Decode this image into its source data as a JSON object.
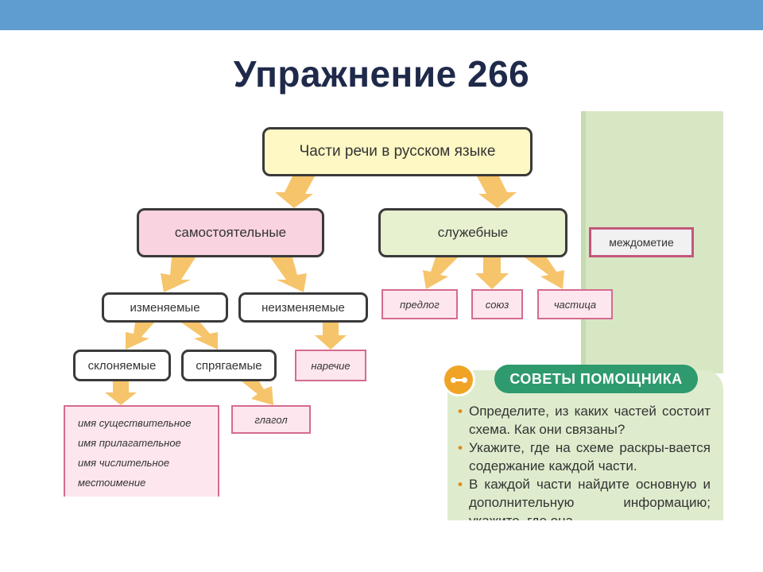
{
  "slide": {
    "title": "Упражнение 266"
  },
  "diagram": {
    "root": "Части речи в русском языке",
    "independent": "самостоятельные",
    "auxiliary": "служебные",
    "changeable": "изменяемые",
    "unchangeable": "неизменяемые",
    "declinable": "склоняемые",
    "conjugated": "спрягаемые",
    "adverb": "наречие",
    "verb": "глагол",
    "aux_items": [
      "предлог",
      "союз",
      "частица"
    ],
    "interjection": "междометие",
    "declinable_items": [
      "имя существительное",
      "имя прилагательное",
      "имя числительное",
      "местоимение"
    ]
  },
  "tips": {
    "heading": "СОВЕТЫ ПОМОЩНИКА",
    "items": [
      "Определите, из каких частей состоит схема. Как они связаны?",
      "Укажите, где на схеме раскры-вается содержание каждой части.",
      "В каждой части найдите основную и дополнительную информацию; укажите, где она"
    ]
  },
  "colors": {
    "top_bar": "#5f9ccf",
    "title": "#1f2a4a",
    "root_box": "#fdf8c4",
    "independent_box": "#f9d3df",
    "auxiliary_box": "#e7f0cf",
    "leaf_border": "#d56b8f",
    "arrow": "#f6c46a",
    "tips_panel": "#deeccd",
    "tips_heading": "#2e9a6e",
    "green_strip": "#d7e7c4"
  }
}
